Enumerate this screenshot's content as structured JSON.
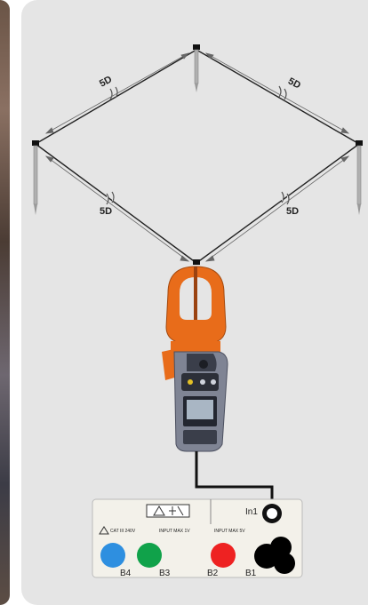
{
  "distance_labels": {
    "top_left": "5D",
    "top_right": "5D",
    "bottom_left": "5D",
    "bottom_right": "5D"
  },
  "instrument_panel": {
    "terminal_in1": "In1",
    "warning_left": "CAT III 240V",
    "input_left": "INPUT MAX 1V",
    "input_right": "INPUT MAX 5V",
    "channels": [
      {
        "label": "B4",
        "color": "#2e8fe0"
      },
      {
        "label": "B3",
        "color": "#10a24a"
      },
      {
        "label": "B2",
        "color": "#ee2222"
      },
      {
        "label": "B1",
        "color": "#000000"
      }
    ]
  },
  "colors": {
    "clamp_body": "#e86c1a",
    "meter_body": "#7f8494",
    "cable": "#111111"
  }
}
